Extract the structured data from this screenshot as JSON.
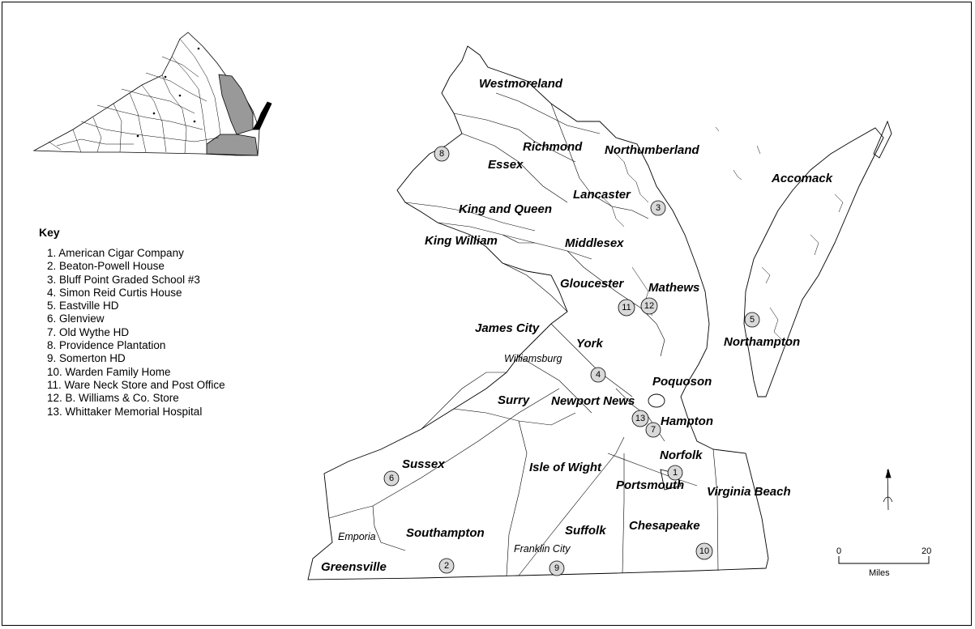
{
  "key": {
    "title": "Key",
    "items": [
      "1. American Cigar Company",
      "2. Beaton-Powell House",
      "3. Bluff Point Graded School #3",
      "4. Simon Reid Curtis House",
      "5. Eastville HD",
      "6. Glenview",
      "7. Old Wythe HD",
      "8. Providence Plantation",
      "9. Somerton HD",
      "10. Warden Family Home",
      "11. Ware Neck Store and Post Office",
      "12. B. Williams & Co. Store",
      "13. Whittaker Memorial Hospital"
    ]
  },
  "counties": [
    "Westmoreland",
    "Richmond",
    "Northumberland",
    "Essex",
    "Lancaster",
    "Accomack",
    "King and Queen",
    "King William",
    "Middlesex",
    "Gloucester",
    "Mathews",
    "James City",
    "York",
    "Northampton",
    "Poquoson",
    "Surry",
    "Newport News",
    "Hampton",
    "Norfolk",
    "Sussex",
    "Isle of Wight",
    "Portsmouth",
    "Virginia Beach",
    "Southampton",
    "Suffolk",
    "Chesapeake",
    "Greensville"
  ],
  "cities": [
    "Williamsburg",
    "Emporia",
    "Franklin City"
  ],
  "markers": [
    "1",
    "2",
    "3",
    "4",
    "5",
    "6",
    "7",
    "8",
    "9",
    "10",
    "11",
    "12",
    "13"
  ],
  "scale": {
    "min": "0",
    "max": "20",
    "unit": "Miles"
  },
  "colors": {
    "highlight": "#999999",
    "marker_fill": "#d9d9d9",
    "outline": "#000000"
  },
  "icons": {
    "north_arrow": "north-arrow-icon"
  }
}
